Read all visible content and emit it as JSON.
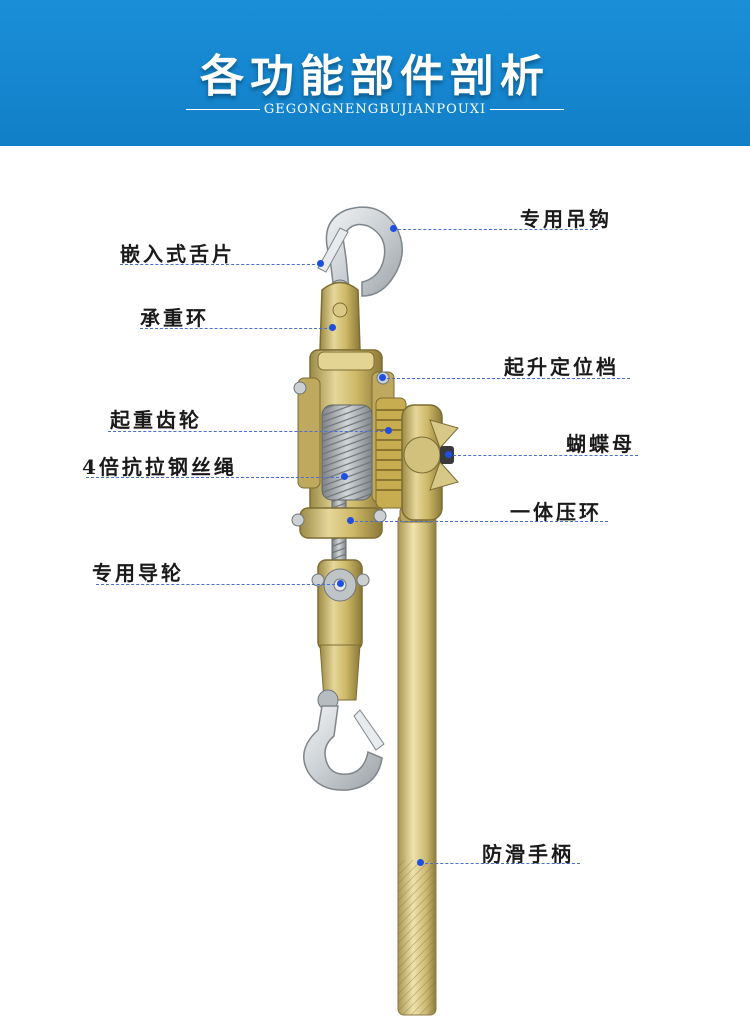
{
  "header": {
    "title": "各功能部件剖析",
    "subtitle": "GEGONGNENGBUJIANPOUXI",
    "background": "#1587d1"
  },
  "labels": {
    "hook_top": "专用吊钩",
    "tongue": "嵌入式舌片",
    "bearing_ring": "承重环",
    "lift_stop": "起升定位档",
    "gear": "起重齿轮",
    "wing_nut": "蝴蝶母",
    "wire_rope": "4倍抗拉钢丝绳",
    "press_ring": "一体压环",
    "guide_wheel": "专用导轮",
    "handle": "防滑手柄"
  },
  "colors": {
    "frame": "#c9b56a",
    "hook": "#d8dcdf",
    "leader": "#4a6fd0",
    "dot": "#1f4fe0"
  }
}
